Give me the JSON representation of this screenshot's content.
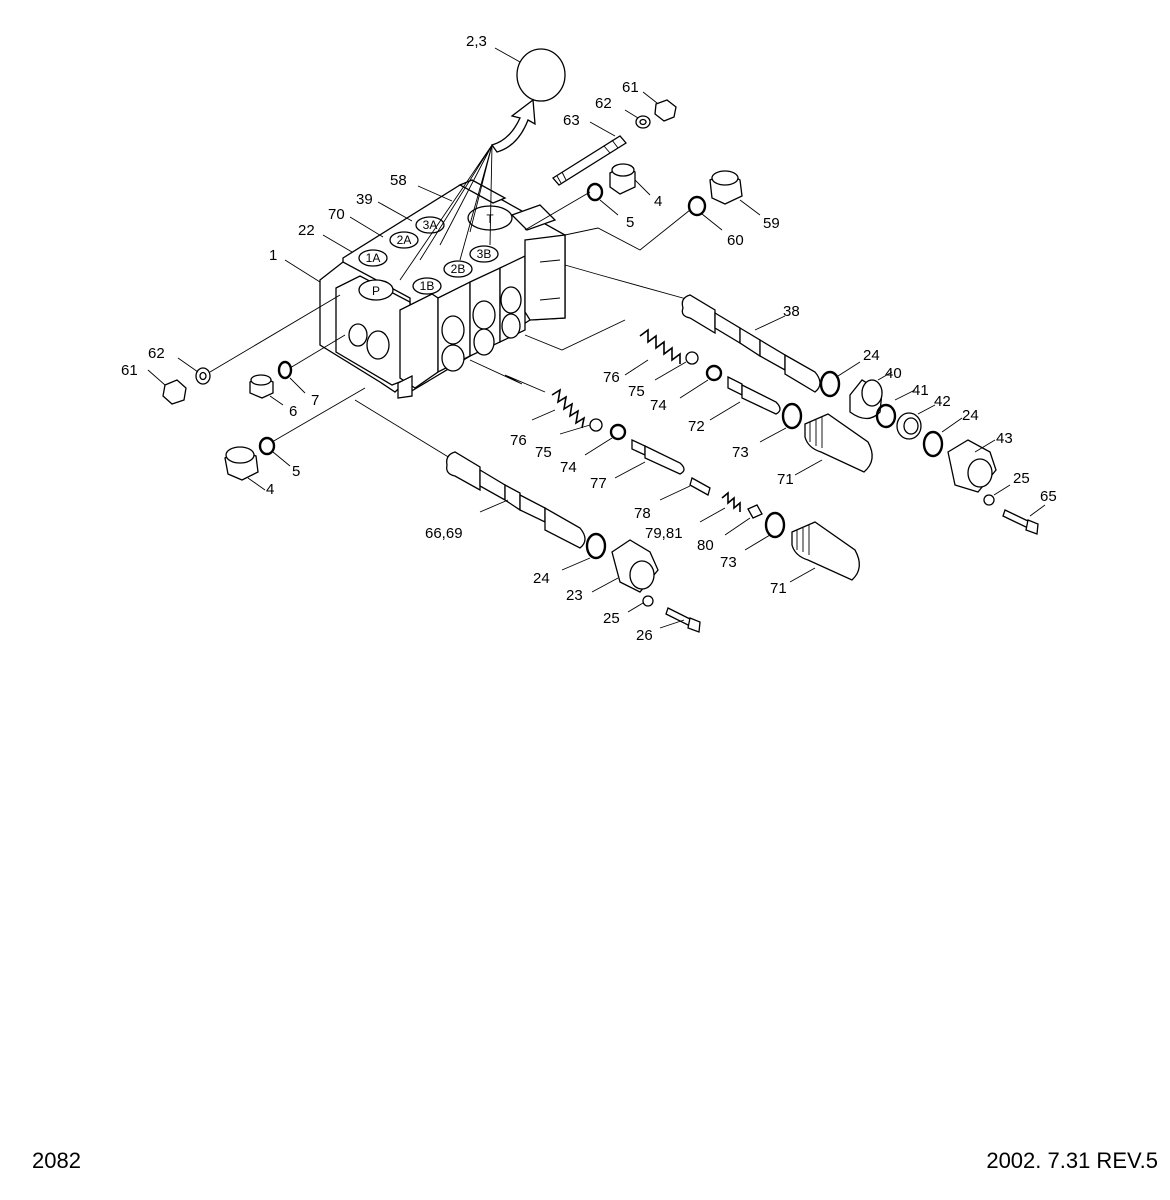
{
  "drawing": {
    "part_labels": {
      "p1": "1",
      "p2_3": "2,3",
      "p4a": "4",
      "p4b": "4",
      "p5a": "5",
      "p5b": "5",
      "p6": "6",
      "p7": "7",
      "p22": "22",
      "p23": "23",
      "p24a": "24",
      "p24b": "24",
      "p24c": "24",
      "p25a": "25",
      "p25b": "25",
      "p26": "26",
      "p38": "38",
      "p39": "39",
      "p40": "40",
      "p41": "41",
      "p42": "42",
      "p43": "43",
      "p58": "58",
      "p59": "59",
      "p60": "60",
      "p61a": "61",
      "p61b": "61",
      "p62a": "62",
      "p62b": "62",
      "p63": "63",
      "p65": "65",
      "p66_69": "66,69",
      "p70": "70",
      "p71a": "71",
      "p71b": "71",
      "p72": "72",
      "p73a": "73",
      "p73b": "73",
      "p74a": "74",
      "p74b": "74",
      "p75a": "75",
      "p75b": "75",
      "p76a": "76",
      "p76b": "76",
      "p77": "77",
      "p78": "78",
      "p79_81": "79,81",
      "p80": "80"
    },
    "port_labels": {
      "p": "P",
      "t": "T",
      "a1": "1A",
      "b1": "1B",
      "a2": "2A",
      "b2": "2B",
      "a3": "3A",
      "b3": "3B"
    }
  },
  "footer": {
    "page_number": "2082",
    "revision": "2002. 7.31  REV.5"
  }
}
